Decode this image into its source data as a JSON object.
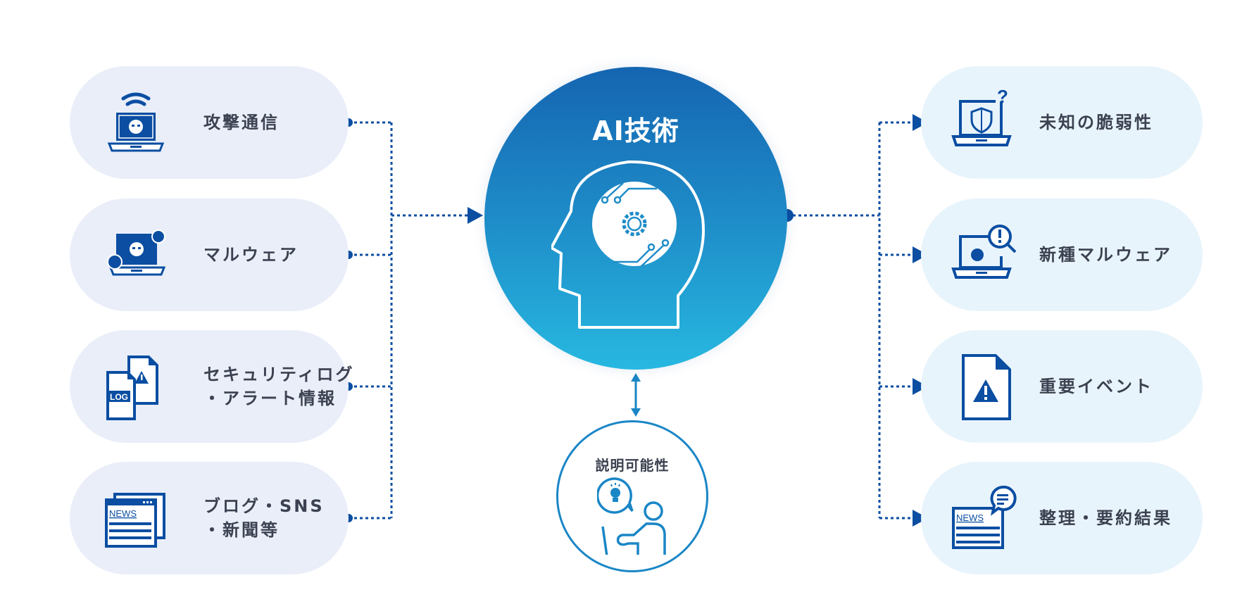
{
  "colors": {
    "primary_dark": "#0b4ea2",
    "left_pill_bg": "#e9eef9",
    "right_pill_bg": "#e8f4fc",
    "circle_gradient_top": "#1565b1",
    "circle_gradient_bottom": "#27b8e0",
    "label_text": "#3b4150",
    "explain_ring": "#1a86c6"
  },
  "inputs": {
    "items": [
      {
        "label": "攻撃通信",
        "icon": "laptop-wifi-virus-icon"
      },
      {
        "label": "マルウェア",
        "icon": "laptop-malware-icon"
      },
      {
        "label": "セキュリティログ\n・アラート情報",
        "line1": "セキュリティログ",
        "line2": "・アラート情報",
        "icon": "log-alert-documents-icon",
        "icon_text": "LOG"
      },
      {
        "label": "ブログ・SNS\n・新聞等",
        "line1": "ブログ・SNS",
        "line2": "・新聞等",
        "icon": "news-browser-icon",
        "icon_text": "NEWS"
      }
    ]
  },
  "center": {
    "title": "AI技術",
    "icon": "ai-head-gear-circuit-icon"
  },
  "explainability": {
    "title": "説明可能性",
    "icon": "person-idea-laptop-icon"
  },
  "outputs": {
    "items": [
      {
        "label": "未知の脆弱性",
        "icon": "laptop-shield-question-icon"
      },
      {
        "label": "新種マルウェア",
        "icon": "laptop-malware-search-icon"
      },
      {
        "label": "重要イベント",
        "icon": "document-warning-icon"
      },
      {
        "label": "整理・要約結果",
        "icon": "news-chat-bubble-icon",
        "icon_text": "NEWS"
      }
    ]
  }
}
